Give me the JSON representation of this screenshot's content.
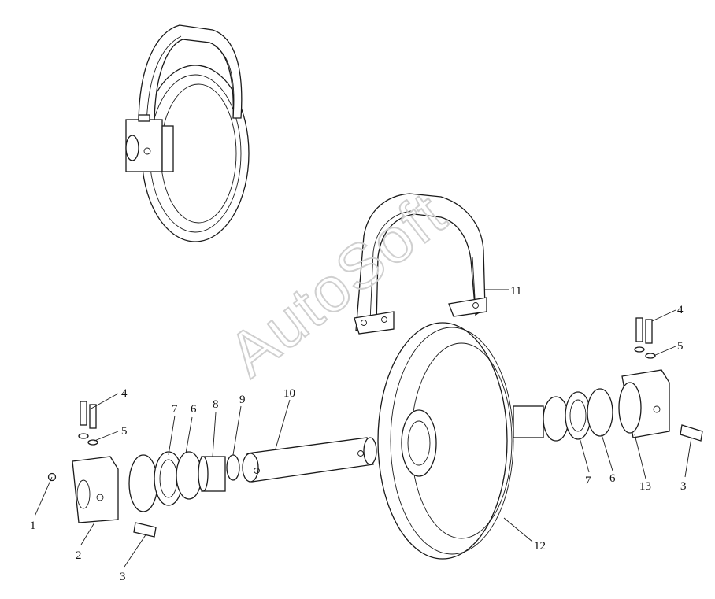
{
  "watermark": "AutoSoft",
  "callouts": [
    {
      "id": "1",
      "label": "1"
    },
    {
      "id": "2",
      "label": "2"
    },
    {
      "id": "3a",
      "label": "3"
    },
    {
      "id": "4a",
      "label": "4"
    },
    {
      "id": "5a",
      "label": "5"
    },
    {
      "id": "7a",
      "label": "7"
    },
    {
      "id": "6a",
      "label": "6"
    },
    {
      "id": "8",
      "label": "8"
    },
    {
      "id": "9",
      "label": "9"
    },
    {
      "id": "10",
      "label": "10"
    },
    {
      "id": "11",
      "label": "11"
    },
    {
      "id": "12",
      "label": "12"
    },
    {
      "id": "4b",
      "label": "4"
    },
    {
      "id": "5b",
      "label": "5"
    },
    {
      "id": "7b",
      "label": "7"
    },
    {
      "id": "6b",
      "label": "6"
    },
    {
      "id": "13",
      "label": "13"
    },
    {
      "id": "3b",
      "label": "3"
    }
  ],
  "colors": {
    "line": "#1a1a1a",
    "watermark": "#cfcfcf"
  }
}
